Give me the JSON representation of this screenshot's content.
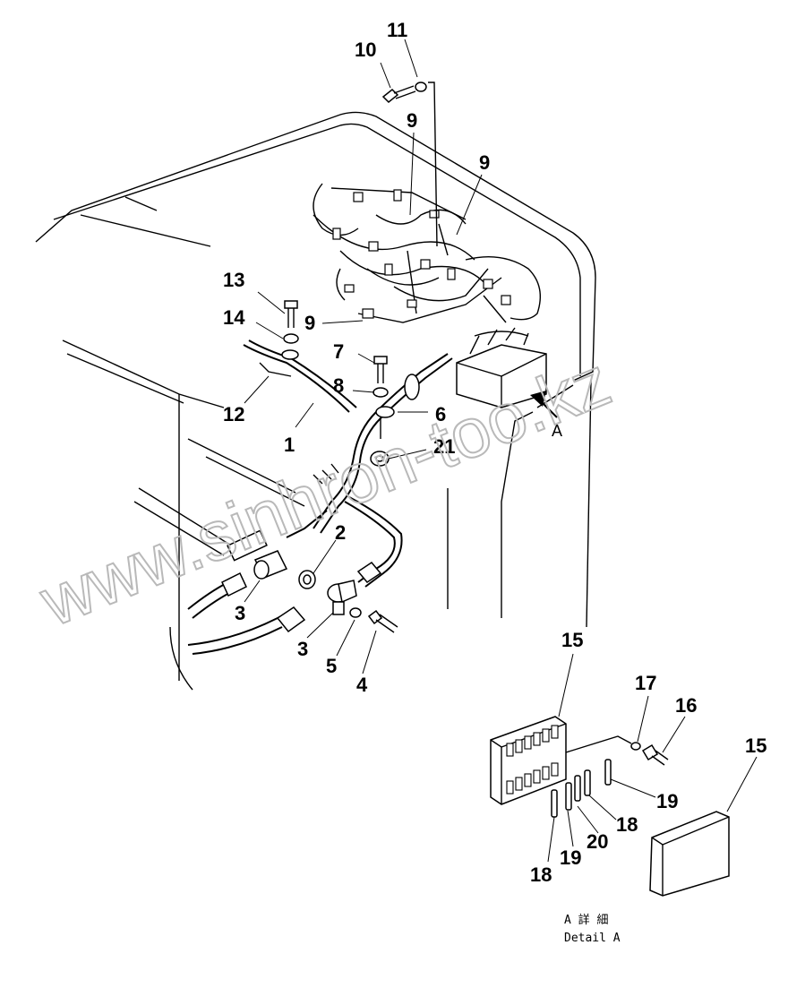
{
  "callouts": [
    {
      "id": "10",
      "text": "10"
    },
    {
      "id": "11",
      "text": "11"
    },
    {
      "id": "9a",
      "text": "9"
    },
    {
      "id": "9b",
      "text": "9"
    },
    {
      "id": "9c",
      "text": "9"
    },
    {
      "id": "13",
      "text": "13"
    },
    {
      "id": "14",
      "text": "14"
    },
    {
      "id": "7",
      "text": "7"
    },
    {
      "id": "8",
      "text": "8"
    },
    {
      "id": "6",
      "text": "6"
    },
    {
      "id": "12",
      "text": "12"
    },
    {
      "id": "1",
      "text": "1"
    },
    {
      "id": "21",
      "text": "21"
    },
    {
      "id": "2",
      "text": "2"
    },
    {
      "id": "3a",
      "text": "3"
    },
    {
      "id": "3b",
      "text": "3"
    },
    {
      "id": "5",
      "text": "5"
    },
    {
      "id": "4",
      "text": "4"
    },
    {
      "id": "15a",
      "text": "15"
    },
    {
      "id": "17",
      "text": "17"
    },
    {
      "id": "16",
      "text": "16"
    },
    {
      "id": "15b",
      "text": "15"
    },
    {
      "id": "19a",
      "text": "19"
    },
    {
      "id": "18a",
      "text": "18"
    },
    {
      "id": "20",
      "text": "20"
    },
    {
      "id": "19b",
      "text": "19"
    },
    {
      "id": "18b",
      "text": "18"
    }
  ],
  "view_marker": "A",
  "detail_caption_jp": "A 詳 細",
  "detail_caption_en": "Detail A",
  "watermark": "www.sinhron-too.kz"
}
